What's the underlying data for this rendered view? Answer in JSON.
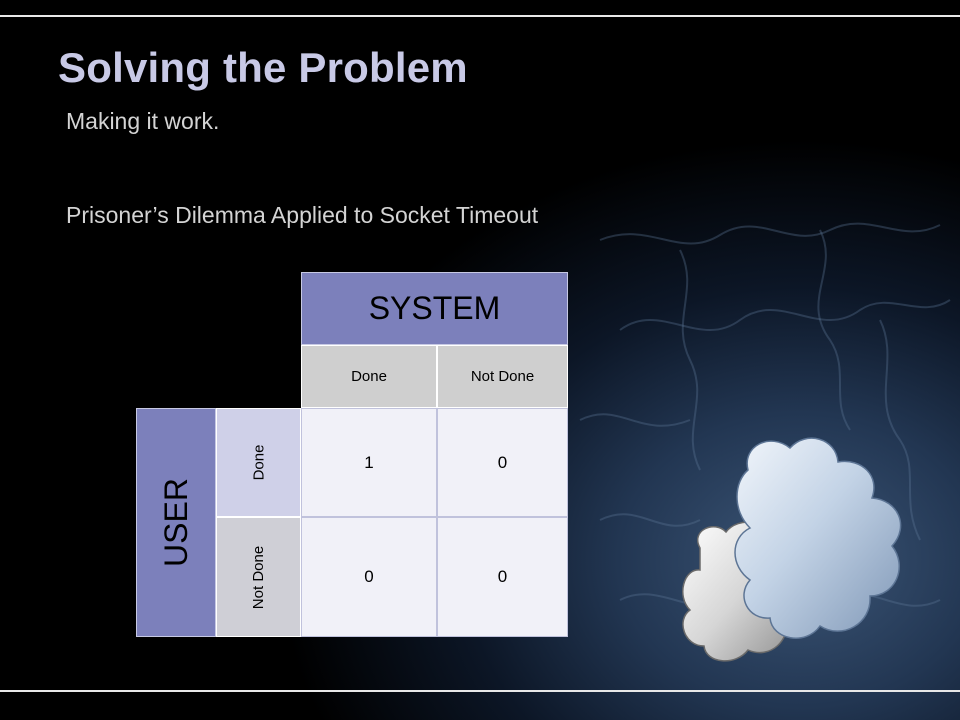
{
  "slide": {
    "title": "Solving the Problem",
    "subtitle": "Making it work.",
    "body": "Prisoner’s Dilemma Applied to Socket Timeout"
  },
  "matrix": {
    "column_group": "SYSTEM",
    "row_group": "USER",
    "columns": [
      "Done",
      "Not Done"
    ],
    "rows": [
      {
        "label": "Done",
        "values": [
          "1",
          "0"
        ]
      },
      {
        "label": "Not Done",
        "values": [
          "0",
          "0"
        ]
      }
    ]
  },
  "colors": {
    "title": "#c8c9e6",
    "header_fill": "#7c80bb",
    "subheader_fill": "#cfcfcf",
    "cell_fill": "#f1f1f8"
  }
}
